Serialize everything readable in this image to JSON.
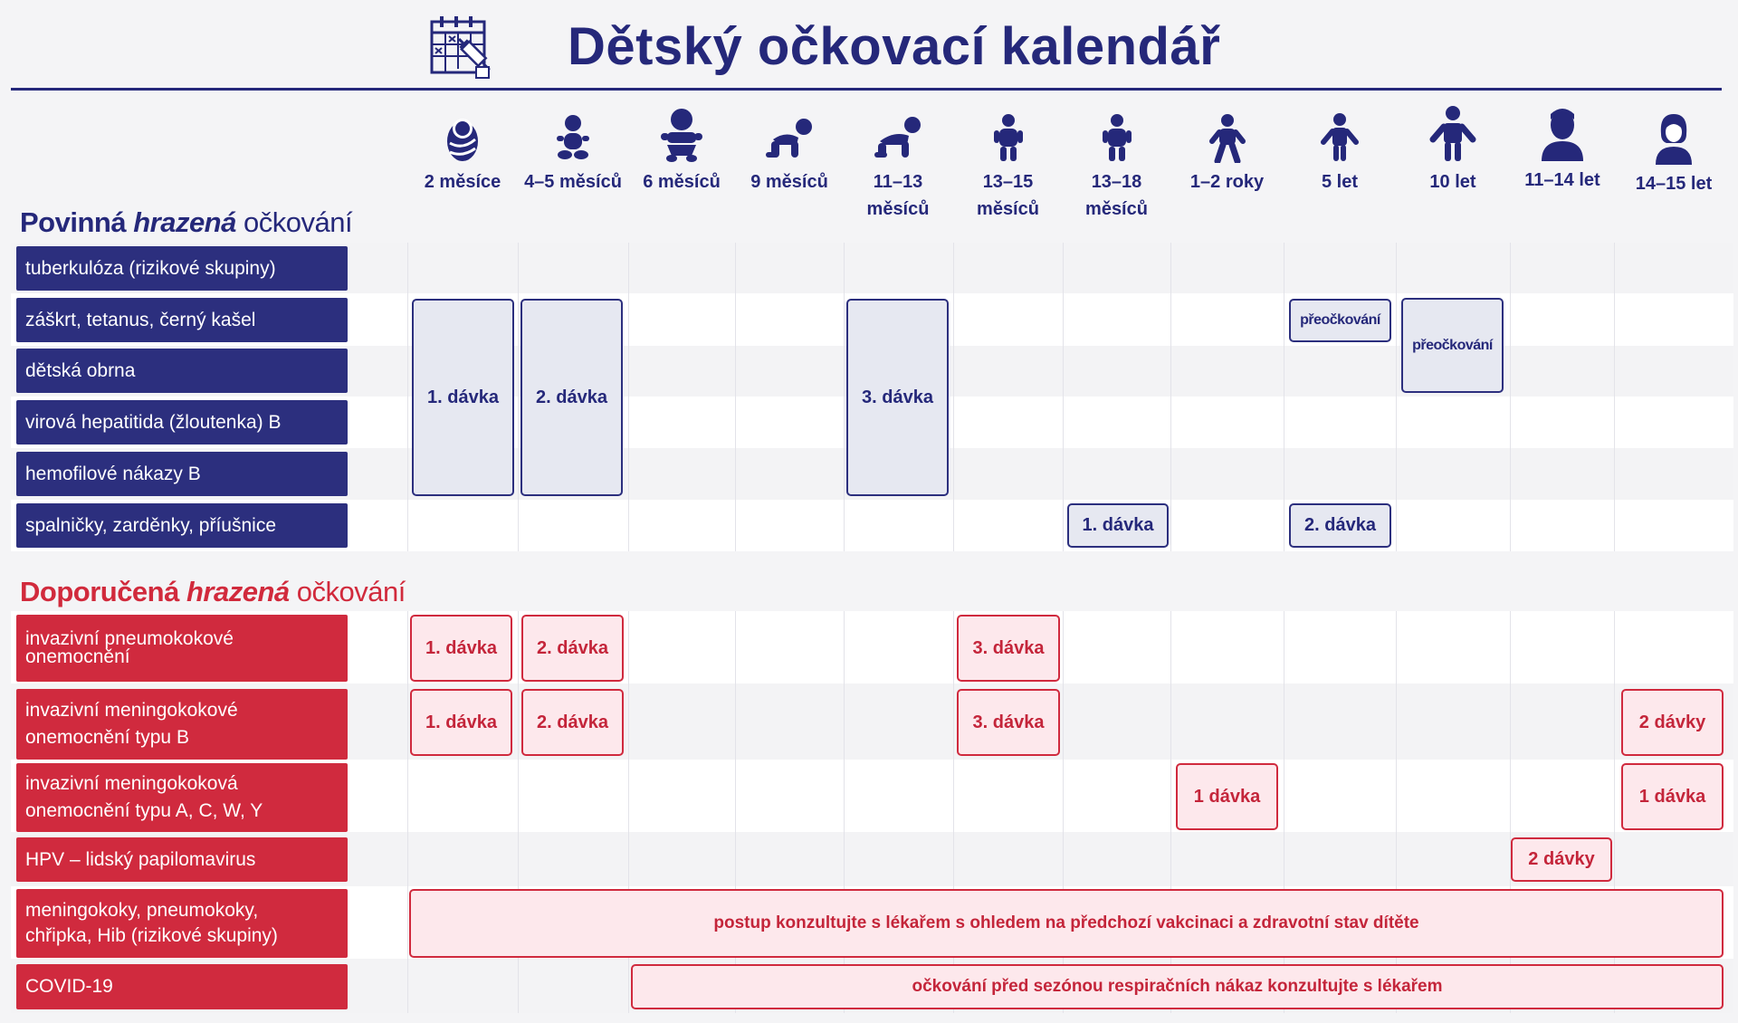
{
  "title": "Dětský očkovací kalendář",
  "icons": {
    "calendar": "calendar-vaccine-icon"
  },
  "colors": {
    "primary": "#2c2f7e",
    "accent": "#d02a3e",
    "primary_fill": "#e6e8f1",
    "accent_fill": "#fde8ec"
  },
  "ages": [
    {
      "l1": "2 měsíce",
      "l2": ""
    },
    {
      "l1": "4–5 měsíců",
      "l2": ""
    },
    {
      "l1": "6 měsíců",
      "l2": ""
    },
    {
      "l1": "9 měsíců",
      "l2": ""
    },
    {
      "l1": "11–13",
      "l2": "měsíců"
    },
    {
      "l1": "13–15",
      "l2": "měsíců"
    },
    {
      "l1": "13–18",
      "l2": "měsíců"
    },
    {
      "l1": "1–2 roky",
      "l2": ""
    },
    {
      "l1": "5 let",
      "l2": ""
    },
    {
      "l1": "10 let",
      "l2": ""
    },
    {
      "l1": "11–14 let",
      "l2": ""
    },
    {
      "l1": "14–15 let",
      "l2": ""
    }
  ],
  "mandatory": {
    "title_a": "Povinná ",
    "title_b": "hrazená",
    "title_c": " očkování",
    "rows": [
      "tuberkulóza (rizikové skupiny)",
      "záškrt, tetanus, černý kašel",
      "dětská obrna",
      "virová hepatitida (žloutenka) B",
      "hemofilové nákazy B",
      "spalničky, zarděnky, příušnice"
    ],
    "doses": {
      "hex_1": "1. dávka",
      "hex_2": "2. dávka",
      "hex_3": "3. dávka",
      "dtp_booster_5": "přeočkování",
      "booster_10": "přeočkování",
      "mmr_1": "1. dávka",
      "mmr_2": "2. dávka"
    }
  },
  "recommended": {
    "title_a": "Doporučená ",
    "title_b": "hrazená",
    "title_c": " očkování",
    "rows": [
      {
        "l1": "invazivní pneumokokové",
        "l2": "onemocnění"
      },
      {
        "l1": "invazivní meningokokové",
        "l2": "onemocnění typu B"
      },
      {
        "l1": "invazivní meningokoková",
        "l2": "onemocnění typu A, C, W, Y"
      },
      {
        "l1": "HPV – lidský papilomavirus",
        "l2": ""
      },
      {
        "l1": "meningokoky, pneumokoky,",
        "l2": "chřipka, Hib (rizikové skupiny)"
      },
      {
        "l1": "COVID-19",
        "l2": ""
      }
    ],
    "doses": {
      "pneumo_1": "1. dávka",
      "pneumo_2": "2. dávka",
      "pneumo_3": "3. dávka",
      "menb_1": "1. dávka",
      "menb_2": "2. dávka",
      "menb_3": "3. dávka",
      "menb_teen": "2 dávky",
      "menacwy_1": "1 dávka",
      "menacwy_teen": "1 dávka",
      "hpv": "2 dávky",
      "risk_note": "postup konzultujte s lékařem s ohledem na předchozí vakcinaci a zdravotní stav dítěte",
      "covid_note": "očkování před sezónou respiračních nákaz konzultujte s lékařem"
    }
  }
}
